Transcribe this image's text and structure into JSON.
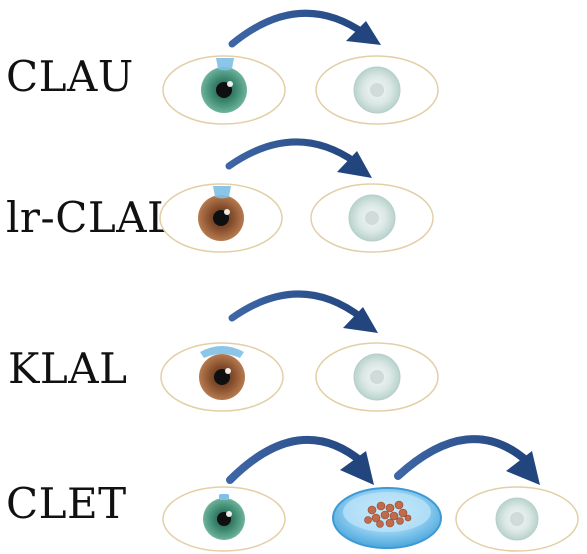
{
  "rows": [
    {
      "label": "CLAU",
      "donor_iris": "green",
      "graft": "tip"
    },
    {
      "label": "lr-CLAL",
      "donor_iris": "brown",
      "graft": "tip"
    },
    {
      "label": "KLAL",
      "donor_iris": "brown",
      "graft": "arc"
    },
    {
      "label": "CLET",
      "donor_iris": "green",
      "graft": "dot",
      "culture": true
    }
  ],
  "colors": {
    "arrow": "#2c4f8a",
    "eye_outline": "#e2cfa6",
    "graft": "#7ec0e6",
    "green_iris": "#3e8a72",
    "brown_iris": "#8a5230",
    "cornea": "#d3e4e1",
    "dish": "#8fcdf0",
    "cells": "#c26a4a"
  }
}
